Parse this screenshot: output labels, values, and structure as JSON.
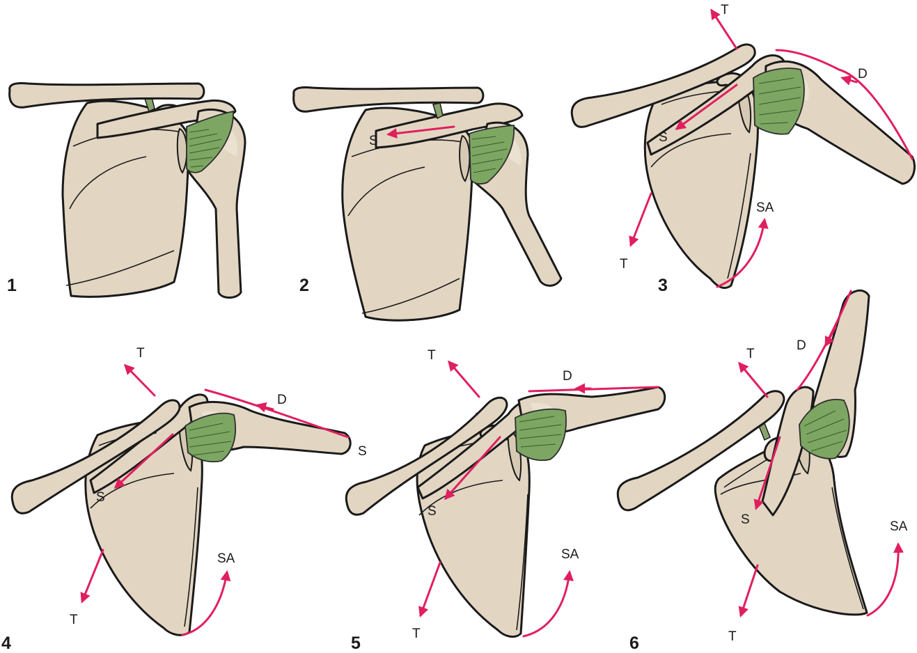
{
  "panels": [
    {
      "number": "1",
      "labels": []
    },
    {
      "number": "2",
      "labels": [
        "S"
      ]
    },
    {
      "number": "3",
      "labels": [
        "T",
        "D",
        "S",
        "SA",
        "T"
      ]
    },
    {
      "number": "4",
      "labels": [
        "T",
        "D",
        "S",
        "S",
        "SA",
        "T"
      ]
    },
    {
      "number": "5",
      "labels": [
        "T",
        "D",
        "S",
        "SA",
        "T"
      ]
    },
    {
      "number": "6",
      "labels": [
        "T",
        "D",
        "S",
        "SA",
        "T"
      ]
    }
  ],
  "colors": {
    "bone": "#e2d6c3",
    "capsule": "#7da663",
    "force_arrow": "#e01f5e",
    "outline": "#1a1a1a"
  }
}
